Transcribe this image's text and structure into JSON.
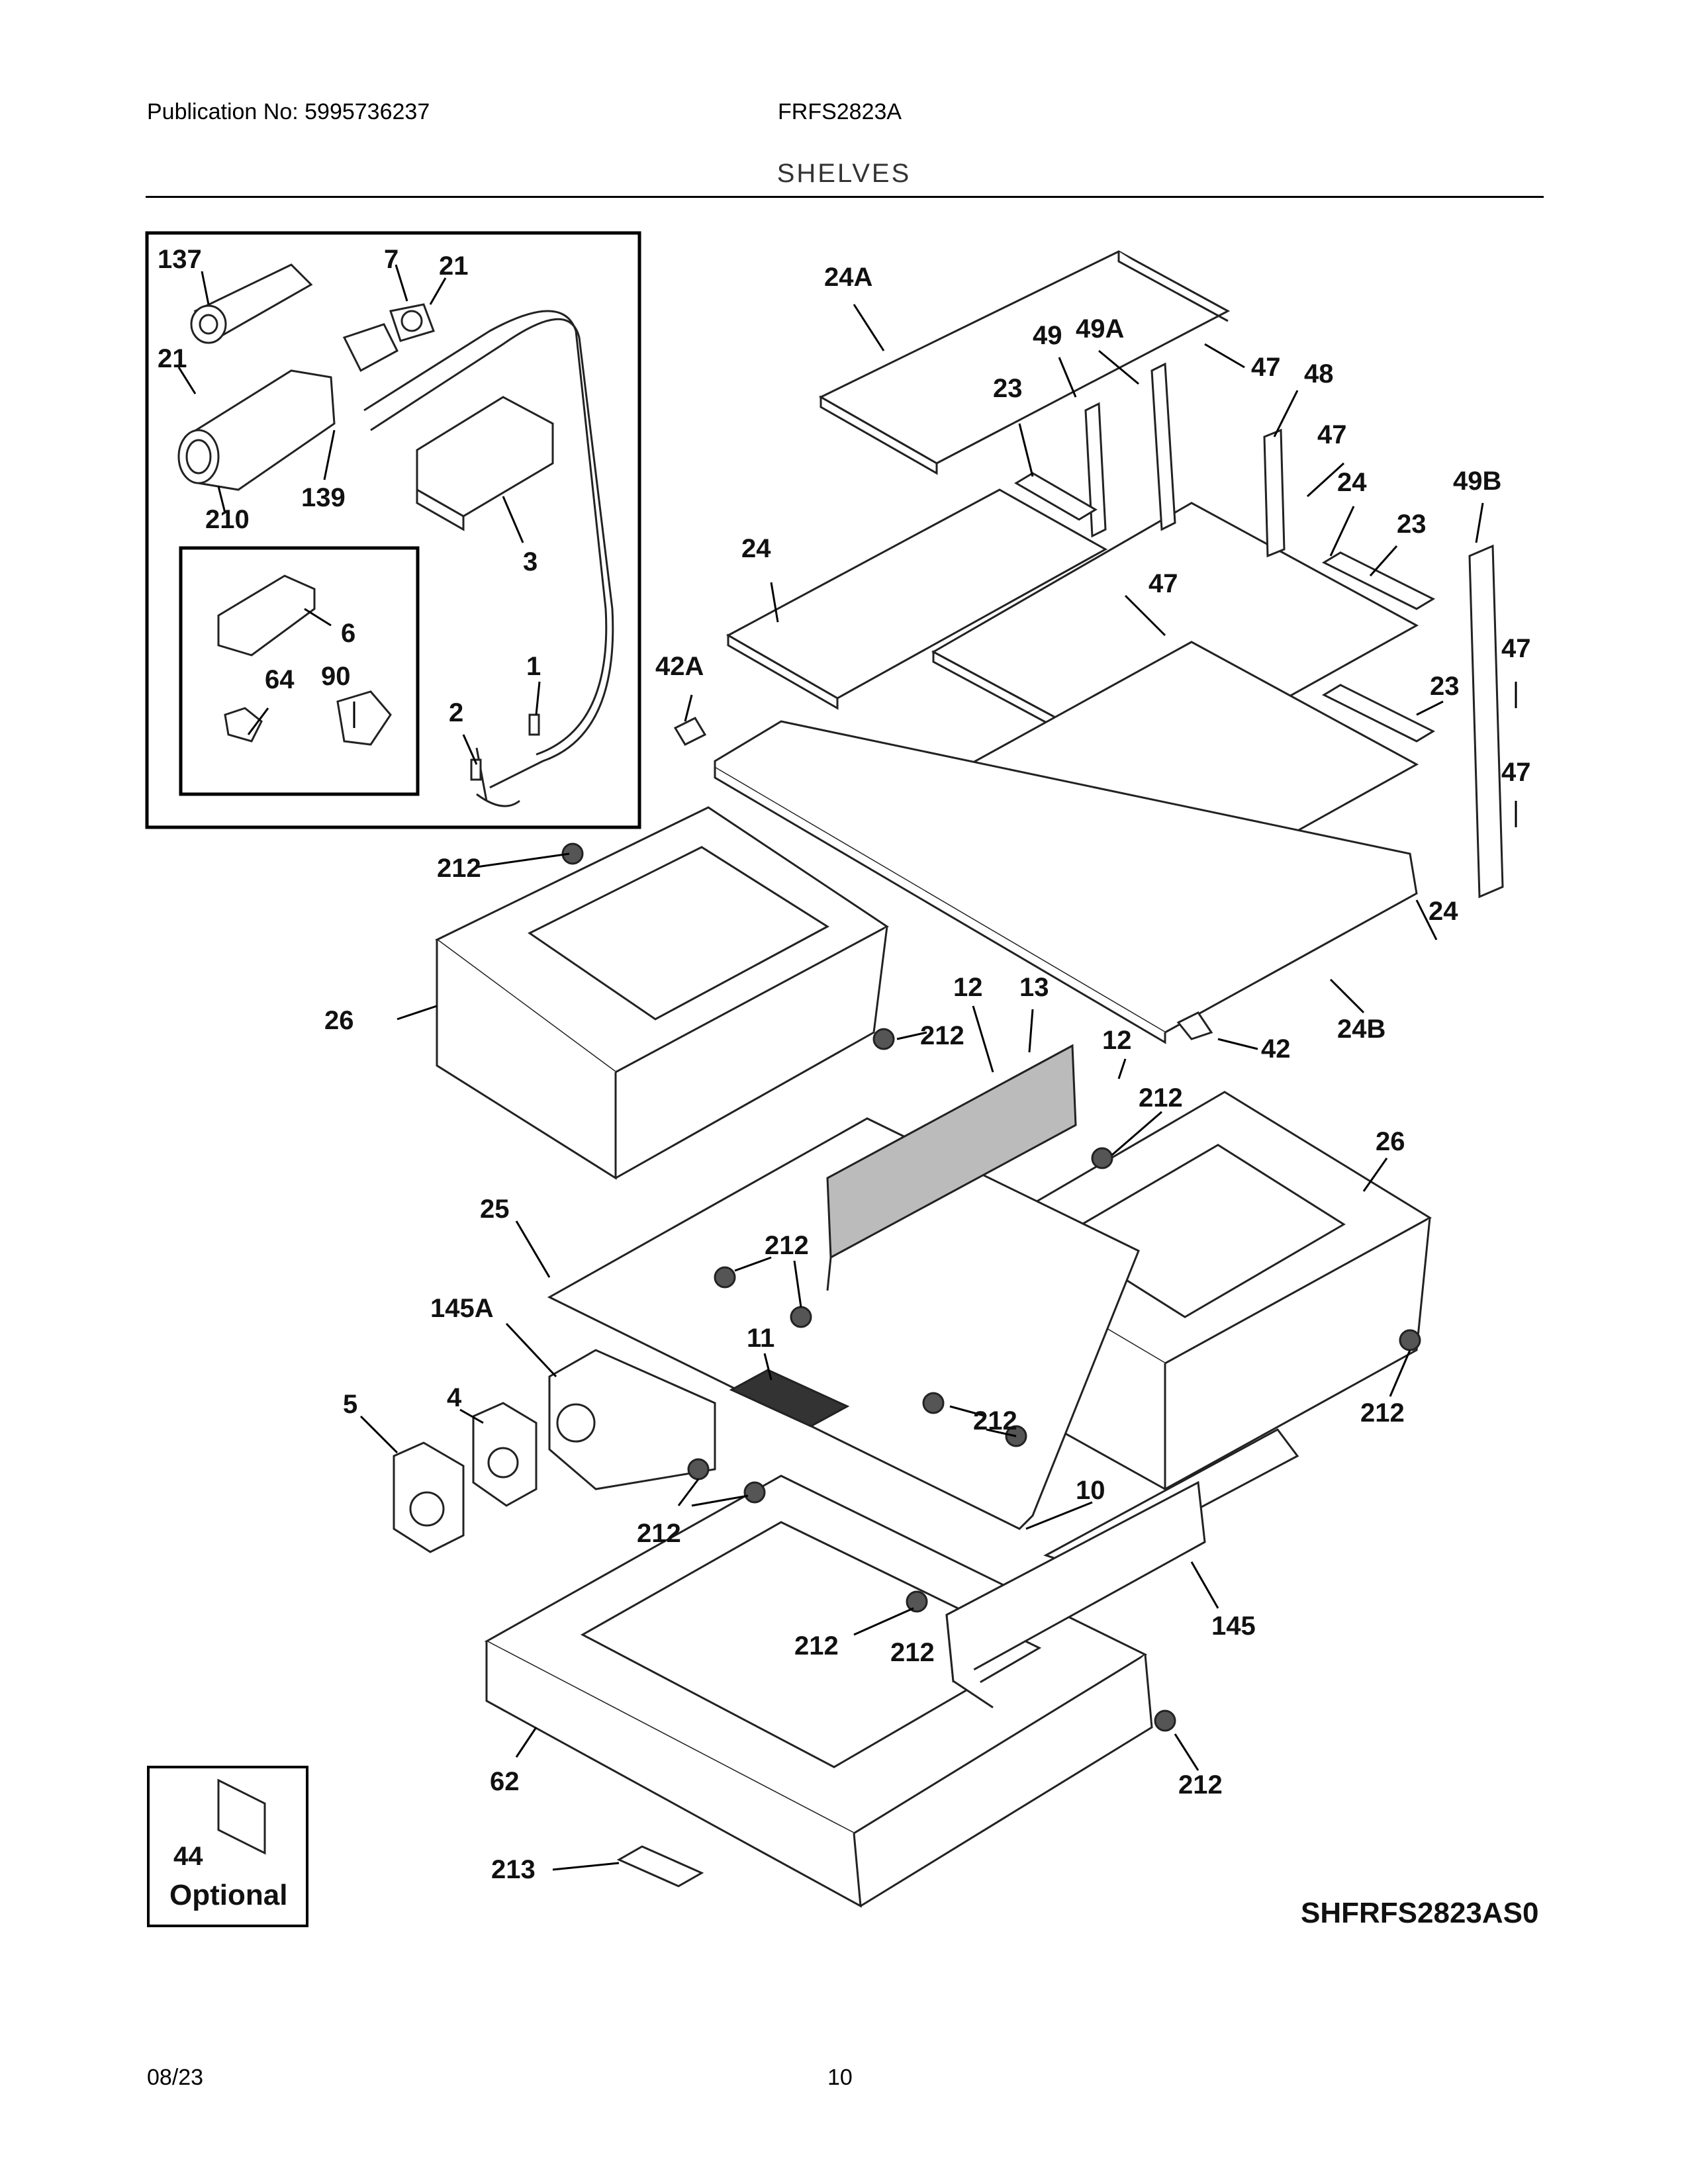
{
  "header": {
    "publication": "Publication No: 5995736237",
    "model": "FRFS2823A",
    "section": "SHELVES"
  },
  "footer": {
    "date": "08/23",
    "page": "10"
  },
  "diagram_code": "SHFRFS2823AS0",
  "optional_box": {
    "part": "44",
    "text": "Optional"
  },
  "labels": [
    "137",
    "7",
    "21",
    "21",
    "210",
    "139",
    "3",
    "6",
    "64",
    "90",
    "2",
    "1",
    "24A",
    "49",
    "49A",
    "47",
    "48",
    "47",
    "24",
    "49B",
    "23",
    "23",
    "47",
    "24",
    "42A",
    "23",
    "47",
    "47",
    "24",
    "24B",
    "212",
    "26",
    "12",
    "13",
    "12",
    "212",
    "42",
    "212",
    "26",
    "25",
    "212",
    "145A",
    "212",
    "11",
    "4",
    "5",
    "212",
    "212",
    "212",
    "10",
    "145",
    "212",
    "212",
    "62",
    "213"
  ]
}
